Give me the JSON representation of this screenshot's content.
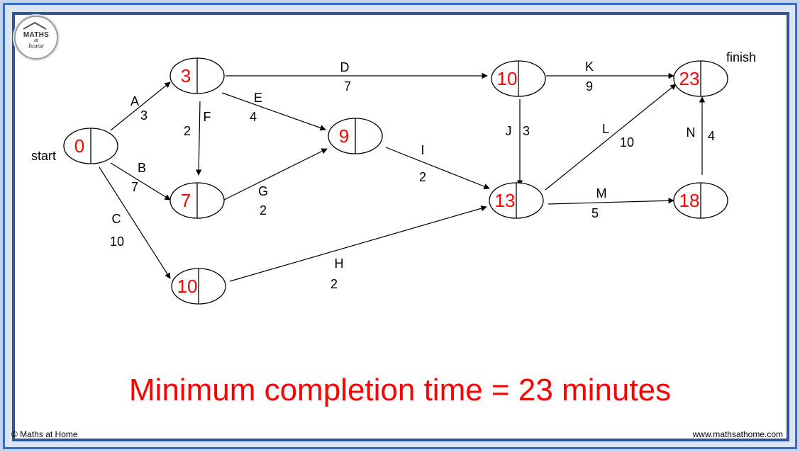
{
  "logo": {
    "line1": "MATHS",
    "line2": "at",
    "line3": "home"
  },
  "labels": {
    "start": "start",
    "finish": "finish"
  },
  "nodes": [
    {
      "id": "n0",
      "value": "0"
    },
    {
      "id": "n1",
      "value": "3"
    },
    {
      "id": "n2",
      "value": "7"
    },
    {
      "id": "n3",
      "value": "9"
    },
    {
      "id": "n4",
      "value": "10"
    },
    {
      "id": "n5",
      "value": "10"
    },
    {
      "id": "n6",
      "value": "13"
    },
    {
      "id": "n7",
      "value": "18"
    },
    {
      "id": "n8",
      "value": "23"
    }
  ],
  "edges": [
    {
      "from": "n0",
      "to": "n1",
      "activity": "A",
      "duration": "3"
    },
    {
      "from": "n0",
      "to": "n2",
      "activity": "B",
      "duration": "7"
    },
    {
      "from": "n0",
      "to": "n4",
      "activity": "C",
      "duration": "10"
    },
    {
      "from": "n1",
      "to": "n5",
      "activity": "D",
      "duration": "7"
    },
    {
      "from": "n1",
      "to": "n3",
      "activity": "E",
      "duration": "4"
    },
    {
      "from": "n1",
      "to": "n2",
      "activity": "F",
      "duration": "2"
    },
    {
      "from": "n2",
      "to": "n3",
      "activity": "G",
      "duration": "2"
    },
    {
      "from": "n4",
      "to": "n6",
      "activity": "H",
      "duration": "2"
    },
    {
      "from": "n3",
      "to": "n6",
      "activity": "I",
      "duration": "2"
    },
    {
      "from": "n5",
      "to": "n6",
      "activity": "J",
      "duration": "3"
    },
    {
      "from": "n5",
      "to": "n8",
      "activity": "K",
      "duration": "9"
    },
    {
      "from": "n6",
      "to": "n8",
      "activity": "L",
      "duration": "10"
    },
    {
      "from": "n6",
      "to": "n7",
      "activity": "M",
      "duration": "5"
    },
    {
      "from": "n7",
      "to": "n8",
      "activity": "N",
      "duration": "4"
    }
  ],
  "headline": "Minimum completion time = 23 minutes",
  "footer": {
    "copyright": "© Maths at Home",
    "website": "www.mathsathome.com"
  },
  "colors": {
    "node_value": "#ff0000",
    "border": "#2f5597",
    "line": "#000000"
  }
}
